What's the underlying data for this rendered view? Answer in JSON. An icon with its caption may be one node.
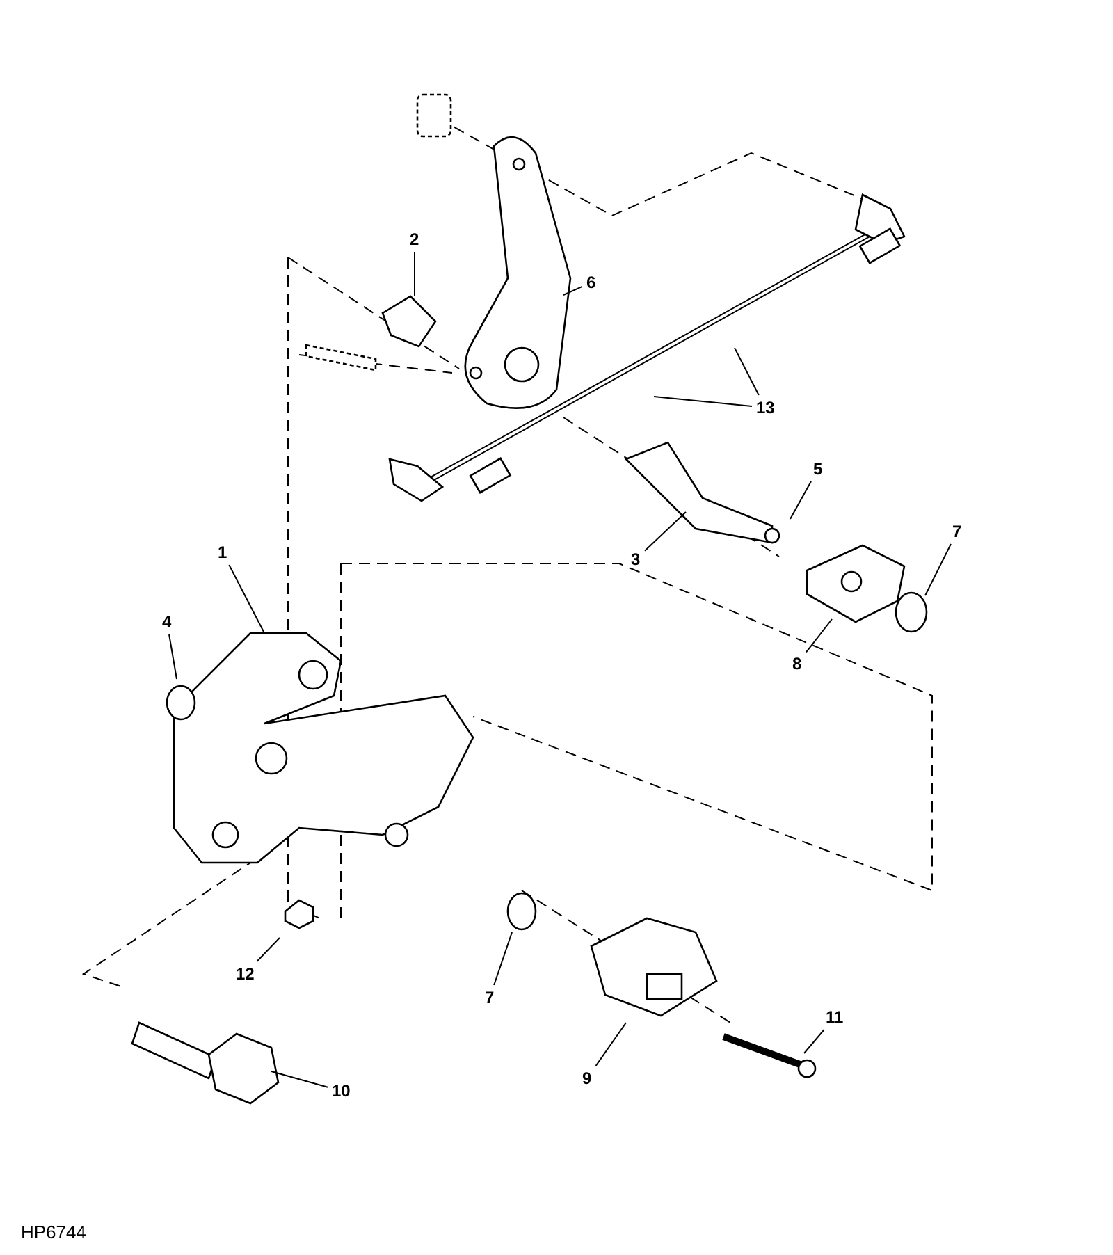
{
  "diagram": {
    "nodes": [
      {
        "text": [
          "1"
        ]
      },
      {
        "text": [
          "2"
        ]
      },
      {
        "text": [
          "3"
        ]
      },
      {
        "text": [
          "4"
        ]
      },
      {
        "text": [
          "5"
        ]
      },
      {
        "text": [
          "6"
        ]
      },
      {
        "text": [
          "7"
        ]
      },
      {
        "text": [
          "8"
        ]
      },
      {
        "text": [
          "7"
        ]
      },
      {
        "text": [
          "9"
        ]
      },
      {
        "text": [
          "10"
        ]
      },
      {
        "text": [
          "11"
        ]
      },
      {
        "text": [
          "12"
        ]
      },
      {
        "text": [
          "13"
        ]
      }
    ],
    "edges": [
      {
        "from": 0,
        "to": null,
        "arrow": "none"
      },
      {
        "from": 1,
        "to": null,
        "arrow": "none"
      },
      {
        "from": 2,
        "to": null,
        "arrow": "none"
      },
      {
        "from": 3,
        "to": null,
        "arrow": "none"
      },
      {
        "from": 4,
        "to": null,
        "arrow": "none"
      },
      {
        "from": 5,
        "to": null,
        "arrow": "none"
      },
      {
        "from": 6,
        "to": null,
        "arrow": "none"
      },
      {
        "from": 7,
        "to": null,
        "arrow": "none"
      },
      {
        "from": 8,
        "to": null,
        "arrow": "none"
      },
      {
        "from": 9,
        "to": null,
        "arrow": "none"
      },
      {
        "from": 10,
        "to": null,
        "arrow": "none"
      },
      {
        "from": 11,
        "to": null,
        "arrow": "none"
      },
      {
        "from": 12,
        "to": null,
        "arrow": "none"
      },
      {
        "from": 13,
        "to": null,
        "arrow": "none"
      },
      {
        "from": 13,
        "to": null,
        "arrow": "none"
      }
    ],
    "labels": [
      "HP6744"
    ]
  }
}
